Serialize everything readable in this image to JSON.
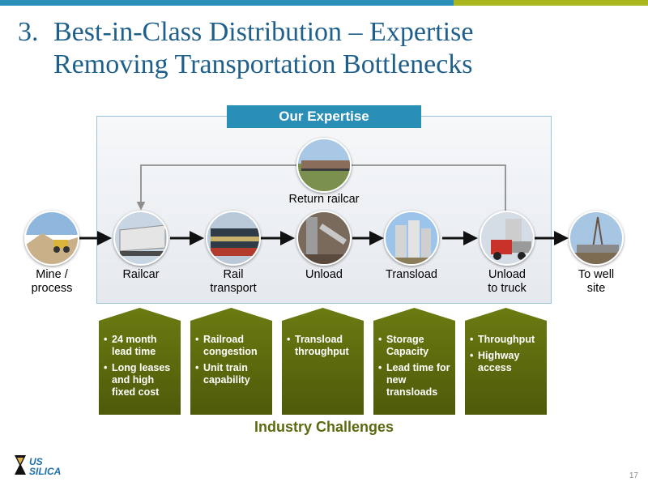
{
  "slide": {
    "number": "3.",
    "title_line1": "Best-in-Class Distribution – Expertise",
    "title_line2": "Removing Transportation Bottlenecks",
    "page_number": "17"
  },
  "colors": {
    "accent_blue": "#2a8fb7",
    "accent_green": "#a8b71e",
    "title_blue": "#1f5f8b",
    "challenge_olive": "#5d6c0e"
  },
  "expertise_label": "Our Expertise",
  "return_label": "Return railcar",
  "nodes": [
    {
      "line1": "Mine /",
      "line2": "process",
      "icon": "mine-photo"
    },
    {
      "line1": "Railcar",
      "line2": "",
      "icon": "railcar-photo"
    },
    {
      "line1": "Rail",
      "line2": "transport",
      "icon": "locomotive-photo"
    },
    {
      "line1": "Unload",
      "line2": "",
      "icon": "unload-photo"
    },
    {
      "line1": "Transload",
      "line2": "",
      "icon": "silo-photo"
    },
    {
      "line1": "Unload",
      "line2": "to truck",
      "icon": "truck-photo"
    },
    {
      "line1": "To well",
      "line2": "site",
      "icon": "wellsite-photo"
    }
  ],
  "challenges": [
    {
      "items": [
        "24 month lead time",
        "Long leases and high fixed cost"
      ]
    },
    {
      "items": [
        "Railroad congestion",
        "Unit train capability"
      ]
    },
    {
      "items": [
        "Transload throughput"
      ]
    },
    {
      "items": [
        "Storage Capacity",
        "Lead time for new transloads"
      ]
    },
    {
      "items": [
        "Throughput",
        "Highway access"
      ]
    }
  ],
  "industry_label": "Industry Challenges",
  "logo": {
    "line1": "US",
    "line2": "SILICA"
  }
}
